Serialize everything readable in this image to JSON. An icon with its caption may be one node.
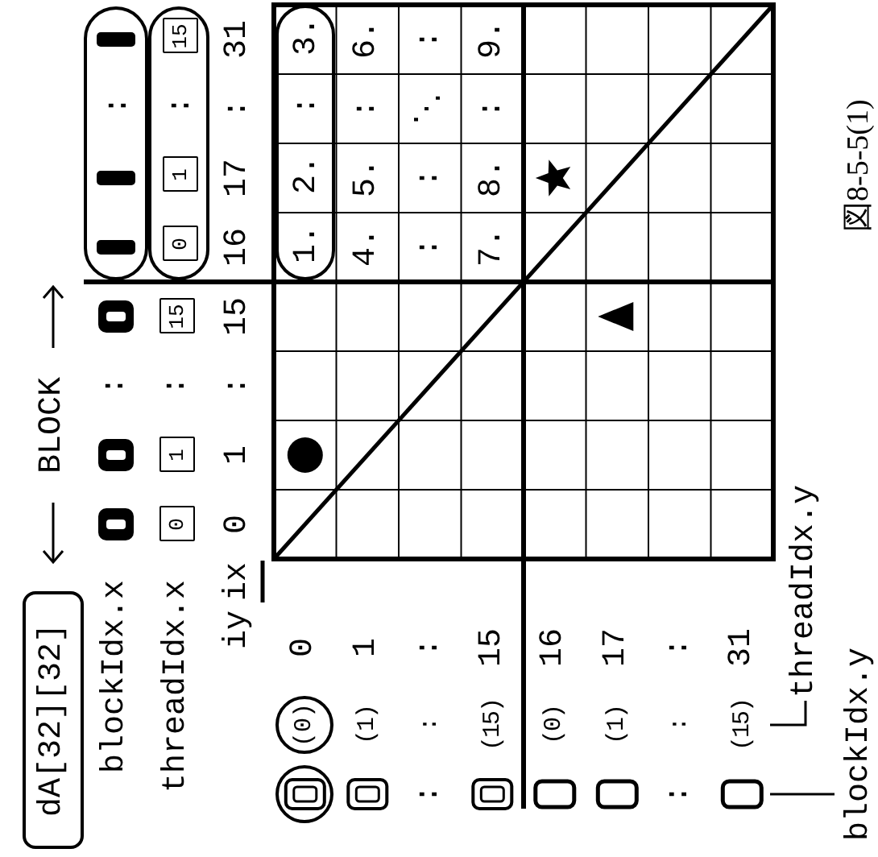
{
  "diagram": {
    "caption": "図8-5-5(1)",
    "nodes": [
      {
        "text": [
          "dA[32][32]"
        ]
      },
      {
        "text": [
          ":"
        ]
      },
      {
        "text": [
          "0"
        ]
      },
      {
        "text": [
          "1"
        ]
      },
      {
        "text": [
          "15"
        ]
      },
      {
        "text": [
          ":"
        ]
      },
      {
        "text": [
          "0"
        ],
        "in": 5
      },
      {
        "text": [
          "1"
        ],
        "in": 5
      },
      {
        "text": [
          "15"
        ],
        "in": 5
      },
      {
        "text": [
          "1.",
          "2.",
          ":",
          "3."
        ]
      },
      {
        "text": [],
        "shape": "circle"
      },
      {
        "text": [
          "(0)"
        ]
      }
    ],
    "labels": [
      "BLOCK",
      "blockIdx.x",
      ":",
      "threadIdx.x",
      ":",
      "iy",
      "ix",
      "0",
      "1",
      ":",
      "15",
      "16",
      "17",
      ":",
      "31",
      "4.",
      "5.",
      ":",
      "6.",
      ":",
      ":",
      "⋱",
      ":",
      "7.",
      "8.",
      ":",
      "9.",
      "0",
      "(1)",
      "1",
      ":",
      ":",
      ":",
      "(15)",
      "15",
      "(0)",
      "16",
      "(1)",
      "17",
      ":",
      ":",
      ":",
      "(15)",
      "31",
      "threadIdx.y",
      "blockIdx.y"
    ]
  }
}
